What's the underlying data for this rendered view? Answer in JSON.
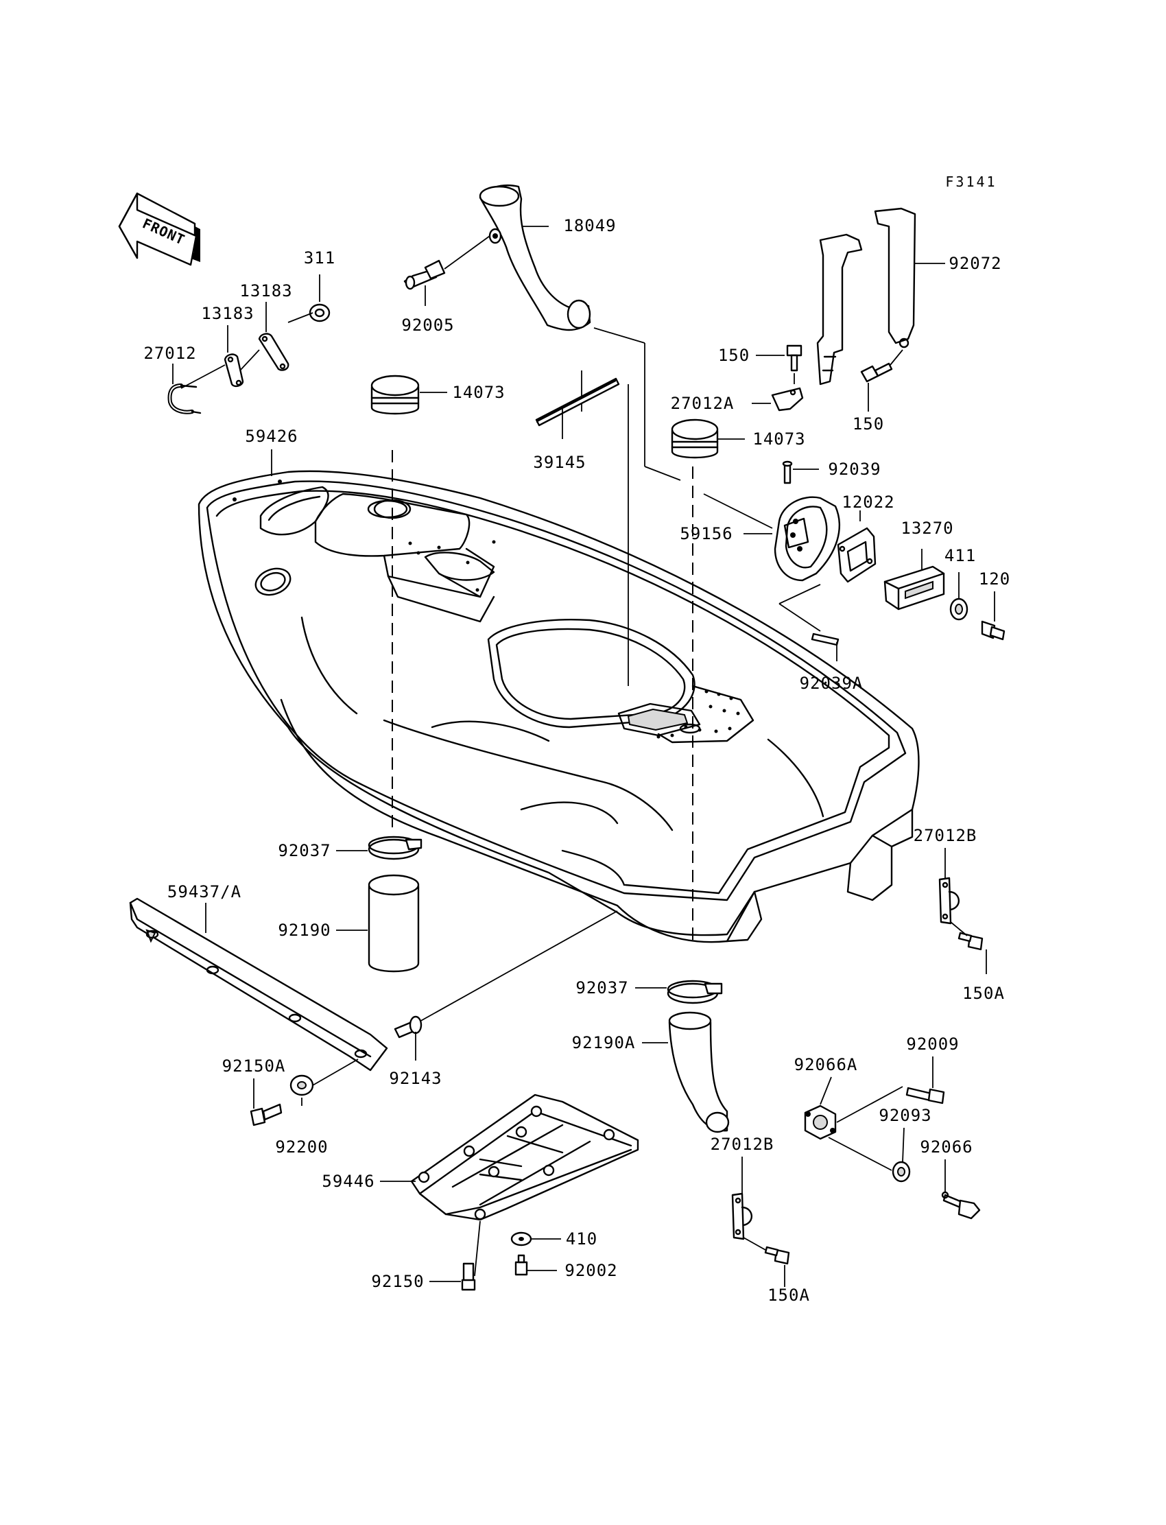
{
  "figure_code": "F3141",
  "front_arrow_label": "FRONT",
  "callouts": {
    "p18049": "18049",
    "p92005": "92005",
    "p311": "311",
    "p13183a": "13183",
    "p13183b": "13183",
    "p27012": "27012",
    "p14073a": "14073",
    "p14073b": "14073",
    "p39145": "39145",
    "p59426": "59426",
    "p92072": "92072",
    "p150a": "150",
    "p150b": "150",
    "p27012A": "27012A",
    "p92039": "92039",
    "p12022": "12022",
    "p13270": "13270",
    "p411": "411",
    "p120": "120",
    "p59156": "59156",
    "p92039A": "92039A",
    "p27012Ba": "27012B",
    "p150Aa": "150A",
    "p92037a": "92037",
    "p92190": "92190",
    "p59437A": "59437/A",
    "p92037b": "92037",
    "p92190A": "92190A",
    "p92143": "92143",
    "p92150A": "92150A",
    "p92200": "92200",
    "p92066A": "92066A",
    "p92009": "92009",
    "p92093": "92093",
    "p92066": "92066",
    "p27012Bb": "27012B",
    "p150Ab": "150A",
    "p59446": "59446",
    "p410": "410",
    "p92002": "92002",
    "p92150": "92150"
  }
}
